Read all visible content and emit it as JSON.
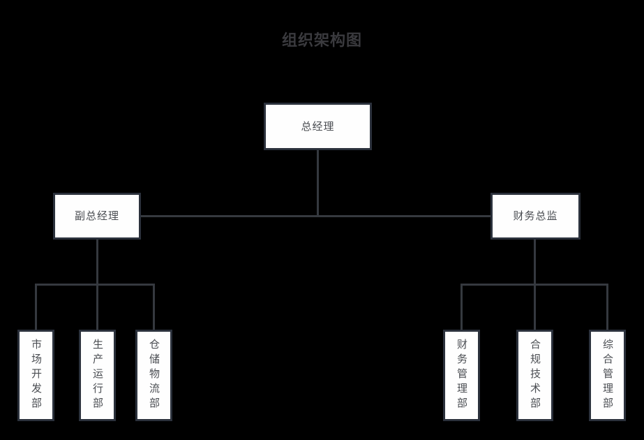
{
  "title": "组织架构图",
  "colors": {
    "background": "#000000",
    "box_fill": "#fefefe",
    "box_border": "#2b313c",
    "connector_line": "#35393f",
    "title_text": "#3a3a3e",
    "box_text": "#4a4d52"
  },
  "org": {
    "root": {
      "label": "总经理"
    },
    "managers": [
      {
        "label": "副总经理"
      },
      {
        "label": "财务总监"
      }
    ],
    "departments_left": [
      {
        "label": "市场开发部"
      },
      {
        "label": "生产运行部"
      },
      {
        "label": "仓储物流部"
      }
    ],
    "departments_right": [
      {
        "label": "财务管理部"
      },
      {
        "label": "合规技术部"
      },
      {
        "label": "综合管理部"
      }
    ]
  }
}
